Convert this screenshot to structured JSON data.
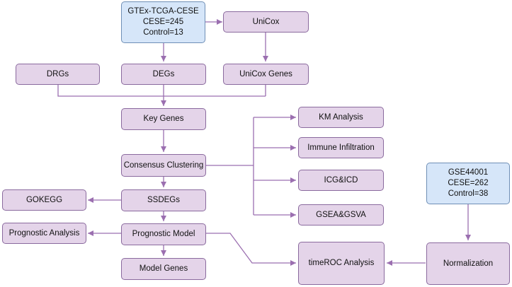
{
  "diagram": {
    "colors": {
      "process_fill": "#e4d4e9",
      "process_border": "#8a6a9e",
      "data_fill": "#d6e6f9",
      "data_border": "#6f8fb6",
      "edge": "#9b6fb0"
    },
    "nodes": {
      "tcga": {
        "lines": [
          "GTEx-TCGA-CESE",
          "CESE=245",
          "Control=13"
        ]
      },
      "unicox": {
        "label": "UniCox"
      },
      "drgs": {
        "label": "DRGs"
      },
      "degs": {
        "label": "DEGs"
      },
      "unicox_genes": {
        "label": "UniCox Genes"
      },
      "key_genes": {
        "label": "Key Genes"
      },
      "km": {
        "label": "KM Analysis"
      },
      "immune": {
        "label": "Immune Infiltration"
      },
      "consensus": {
        "label": "Consensus Clustering"
      },
      "icg": {
        "label": "ICG&ICD"
      },
      "gse": {
        "lines": [
          "GSE44001",
          "CESE=262",
          "Control=38"
        ]
      },
      "gokegg": {
        "label": "GOKEGG"
      },
      "ssdegs": {
        "label": "SSDEGs"
      },
      "gsea": {
        "label": "GSEA&GSVA"
      },
      "prog_analysis": {
        "label": "Prognostic Analysis"
      },
      "prog_model": {
        "label": "Prognostic Model"
      },
      "timeroc": {
        "label": "timeROC Analysis"
      },
      "normalization": {
        "label": "Normalization"
      },
      "model_genes": {
        "label": "Model Genes"
      }
    }
  }
}
